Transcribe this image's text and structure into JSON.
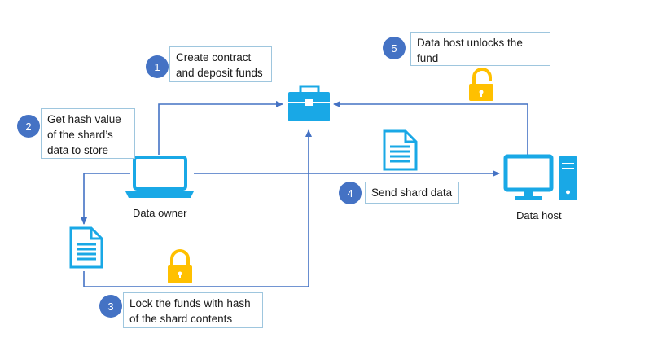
{
  "nodes": {
    "owner_label": "Data owner",
    "host_label": "Data host"
  },
  "steps": [
    {
      "number": "1",
      "text": "Create contract\nand deposit funds"
    },
    {
      "number": "2",
      "text": "Get hash value\nof the shard’s\ndata to store"
    },
    {
      "number": "3",
      "text": "Lock the funds with hash\nof the shard contents"
    },
    {
      "number": "4",
      "text": "Send shard data"
    },
    {
      "number": "5",
      "text": "Data host unlocks the\nfund"
    }
  ],
  "icons": {
    "contract": "briefcase-icon",
    "owner": "laptop-icon",
    "host": "desktop-computer-icon",
    "document": "document-icon",
    "lock": "padlock-icon",
    "unlock": "unlocked-padlock-icon"
  },
  "colors": {
    "icon_blue": "#19a8e6",
    "arrow_blue": "#4472c4",
    "step_circle": "#4472c4",
    "box_border": "#9ec6de",
    "lock_yellow": "#ffc000"
  }
}
